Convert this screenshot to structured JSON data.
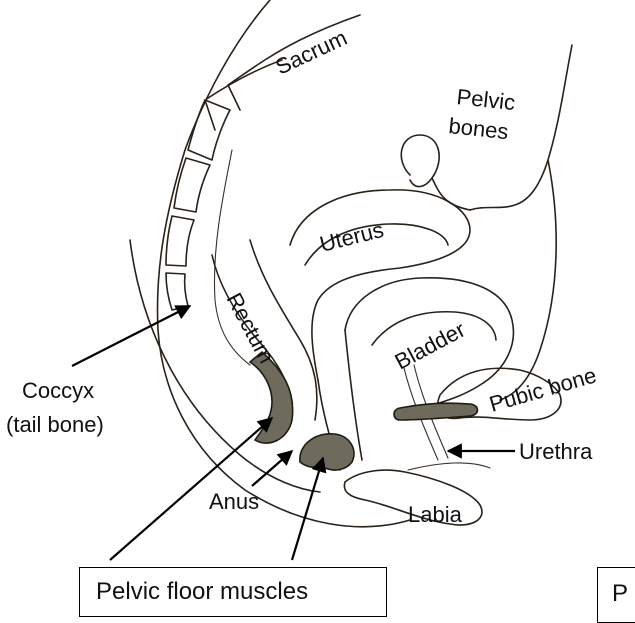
{
  "labels": {
    "sacrum": "Sacrum",
    "pelvic_bones_1": "Pelvic",
    "pelvic_bones_2": "bones",
    "uterus": "Uterus",
    "rectum": "Rectum",
    "bladder": "Bladder",
    "pubic_bone": "Pubic bone",
    "coccyx_1": "Coccyx",
    "coccyx_2": "(tail bone)",
    "urethra": "Urethra",
    "anus": "Anus",
    "labia": "Labia"
  },
  "captions": {
    "main": "Pelvic floor muscles",
    "cut_off": "P"
  },
  "colors": {
    "muscle_fill": "#6e6a5c",
    "ink": "#2a2218"
  }
}
